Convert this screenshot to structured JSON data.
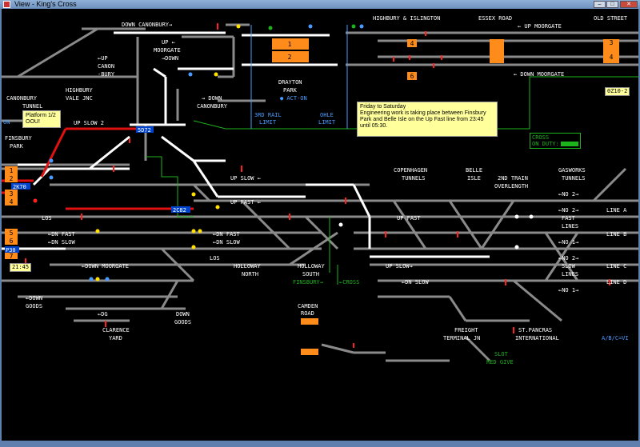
{
  "window": {
    "title": "View - King's Cross",
    "buttons": [
      "–",
      "□",
      "✕"
    ]
  },
  "colors": {
    "track_white": "#ffffff",
    "track_gray": "#8a8a8a",
    "track_red": "#e11111",
    "platform_orange": "#ff8c1a",
    "label_white": "#ffffff",
    "label_blue": "#4a9bff",
    "label_green": "#1db31d",
    "highlight_red": "#ff2020"
  },
  "labels": {
    "down_canonbury_top": "DOWN CANONBURY→",
    "up_moorgate_left": "UP ←",
    "moorgate": "MOORGATE",
    "down_moorgate_arrow": "→DOWN",
    "highbury_islington": "HIGHBURY & ISLINGTON",
    "essex_road": "ESSEX ROAD",
    "old_street": "OLD STREET",
    "up_moorgate_top": "← UP MOORGATE",
    "down_moorgate_mid": "← DOWN MOORGATE",
    "up_canonbury": "←UP",
    "canon": "CANON",
    "bury": "-BURY",
    "highbury": "HIGHBURY",
    "vale_jnc": "VALE JNC",
    "canonbury": "CANONBURY",
    "tunnel": "TUNNEL",
    "down_canonbury_lower": "→ DOWN",
    "canonbury_lower": "CANONBURY",
    "drayton": "DRAYTON",
    "park": "PARK",
    "act_on": "● ACT-ON",
    "third_rail_limit_1": "3RD RAIL",
    "third_rail_limit_2": "LIMIT",
    "ohle_limit_1": "OHLE",
    "ohle_limit_2": "LIMIT",
    "up_slow_2": "UP SLOW 2",
    "finsbury_park_1": "FINSBURY",
    "finsbury_park_2": "PARK",
    "on": "ON",
    "berth_sd72": "5D72",
    "copenhagen_1": "COPENHAGEN",
    "copenhagen_2": "TUNNELS",
    "belle_isle_1": "BELLE",
    "belle_isle_2": "ISLE",
    "second_train_1": "2ND TRAIN",
    "second_train_2": "OVERLENGTH",
    "gasworks_1": "GASWORKS",
    "gasworks_2": "TUNNELS",
    "up_slow_mid": "UP SLOW ←",
    "up_fast_mid": "UP FAST ←",
    "up_fast_right": "UP FAST",
    "no2_top": "←NO 2→",
    "no2_mid": "←NO 2→",
    "no1_mid": "←NO 1→",
    "no2_low": "←NO 2→",
    "no1_low": "←NO 1→",
    "fast_lines_1": "FAST",
    "fast_lines_2": "LINES",
    "slow_lines_1": "SLOW",
    "slow_lines_2": "LINES",
    "line_a": "LINE A",
    "line_b": "LINE B",
    "line_c": "LINE C",
    "line_d": "LINE D",
    "berth_2k70": "2K70",
    "berth_2c82": "2C82",
    "berth_p30": "P30",
    "los_left": "LOS",
    "dn_fast_left": "←DN FAST",
    "dn_slow_left": "←DN SLOW",
    "dn_fast_mid": "←DN FAST",
    "dn_slow_mid": "←DN SLOW",
    "dn_slow_right": "←DN SLOW",
    "up_slow_low": "UP SLOW→",
    "down_moorgate_low": "←DOWN MOORGATE",
    "los_mid": "LOS",
    "holloway_north_1": "HOLLOWAY",
    "holloway_north_2": "NORTH",
    "holloway_south_1": "HOLLOWAY",
    "holloway_south_2": "SOUTH",
    "finsbury_cross": "FINSBURY→",
    "cross": "←CROSS",
    "down_goods_left_1": "←DOWN",
    "down_goods_left_2": "GOODS",
    "dg": "←DG",
    "clarence_yard_1": "CLARENCE",
    "clarence_yard_2": "YARD",
    "down_goods_right_1": "DOWN",
    "down_goods_right_2": "GOODS",
    "camden_road_1": "CAMDEN",
    "camden_road_2": "ROAD",
    "freight_1": "FREIGHT",
    "freight_2": "TERMINAL JN",
    "st_pancras_1": "ST.PANCRAS",
    "st_pancras_2": "INTERNATIONAL",
    "slot_1": "SLOT",
    "slot_2": "RED GIVE",
    "abc_vi": "A/B/C=VI",
    "cross_on_duty_1": "CROSS",
    "cross_on_duty_2": "ON DUTY:",
    "plat_1": "1",
    "plat_2": "2",
    "plat_3": "3",
    "plat_4": "4",
    "plat_4b": "4",
    "plat_5": "5",
    "plat_6": "6",
    "plat_6b": "6",
    "plat_7": "7",
    "plat_1b": "1",
    "plat_2b": "2",
    "plat_3b": "3",
    "plat_4c": "4",
    "clock": "21:45",
    "berth_0z10": "0Z10-2"
  },
  "popups": {
    "platform_note": "Platform 1/2 OOU!",
    "engineering_title": "Friday to Saturday",
    "engineering_body": "Engineering work is taking place between Finsbury Park and Belle Isle on the Up Fast line from 23:45 until 05:30."
  }
}
